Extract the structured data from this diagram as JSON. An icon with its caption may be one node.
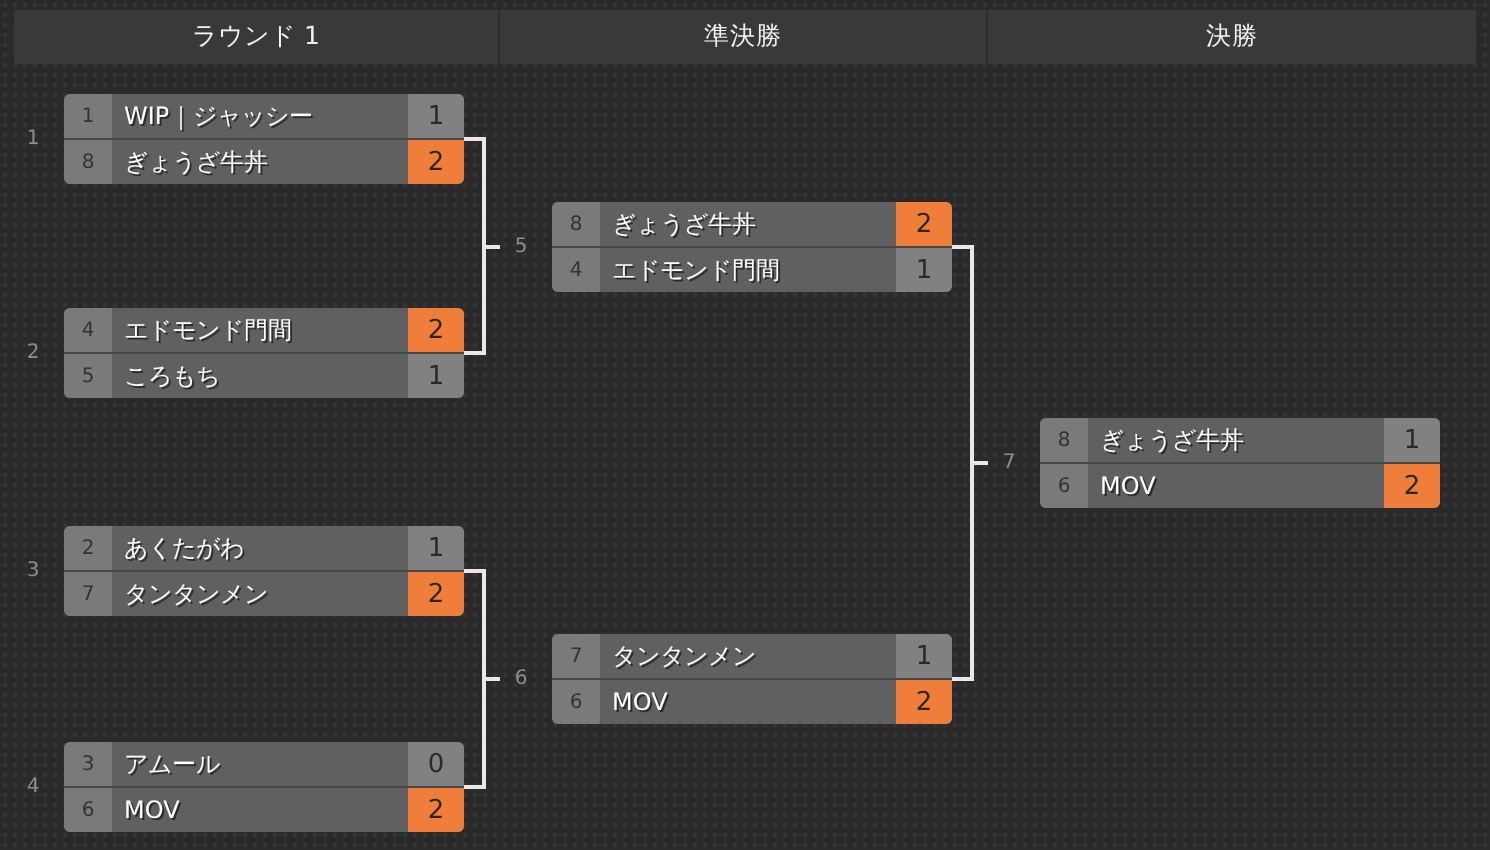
{
  "diagram": {
    "nodes": [
      {
        "text": [
          "ラウンド 1"
        ]
      },
      {
        "text": [
          "準決勝"
        ]
      },
      {
        "text": [
          "決勝"
        ]
      },
      {
        "text": [],
        "shape": "box",
        "beside": [
          "1"
        ]
      },
      {
        "text": [
          "1",
          "WIP｜ジャッシー",
          "1"
        ],
        "in": 3
      },
      {
        "text": [
          "8",
          "ぎょうざ牛丼",
          "2"
        ],
        "in": 3
      },
      {
        "text": [],
        "shape": "box",
        "beside": [
          "2"
        ]
      },
      {
        "text": [
          "4",
          "エドモンド門間",
          "2"
        ],
        "in": 6
      },
      {
        "text": [
          "5",
          "ころもち",
          "1"
        ],
        "in": 6
      },
      {
        "text": [],
        "shape": "box",
        "beside": [
          "3"
        ]
      },
      {
        "text": [
          "2",
          "あくたがわ",
          "1"
        ],
        "in": 9
      },
      {
        "text": [
          "7",
          "タンタンメン",
          "2"
        ],
        "in": 9
      },
      {
        "text": [],
        "shape": "box",
        "beside": [
          "4"
        ]
      },
      {
        "text": [
          "3",
          "アムール",
          "0"
        ],
        "in": 12
      },
      {
        "text": [
          "6",
          "MOV",
          "2"
        ],
        "in": 12
      },
      {
        "text": [],
        "shape": "box",
        "beside": [
          "5"
        ]
      },
      {
        "text": [
          "8",
          "ぎょうざ牛丼",
          "2"
        ],
        "in": 15
      },
      {
        "text": [
          "4",
          "エドモンド門間",
          "1"
        ],
        "in": 15
      },
      {
        "text": [],
        "shape": "box",
        "beside": [
          "6"
        ]
      },
      {
        "text": [
          "7",
          "タンタンメン",
          "1"
        ],
        "in": 18
      },
      {
        "text": [
          "6",
          "MOV",
          "2"
        ],
        "in": 18
      },
      {
        "text": [],
        "shape": "box",
        "beside": [
          "7"
        ]
      },
      {
        "text": [
          "8",
          "ぎょうざ牛丼",
          "1"
        ],
        "in": 21
      },
      {
        "text": [
          "6",
          "MOV",
          "2"
        ],
        "in": 21
      }
    ],
    "edges": [
      {
        "from": 3,
        "to": 15,
        "arrow": "none"
      },
      {
        "from": 6,
        "to": 15,
        "arrow": "none"
      },
      {
        "from": 9,
        "to": 18,
        "arrow": "none"
      },
      {
        "from": 12,
        "to": 18,
        "arrow": "none"
      },
      {
        "from": 15,
        "to": 21,
        "arrow": "none"
      },
      {
        "from": 18,
        "to": 21,
        "arrow": "none"
      }
    ]
  }
}
